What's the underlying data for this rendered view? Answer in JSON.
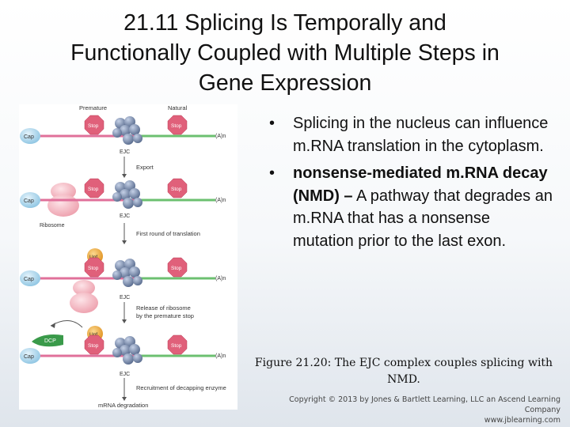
{
  "slide": {
    "title_line1": "21.11  Splicing Is Temporally and",
    "title_line2": "Functionally Coupled with Multiple Steps in",
    "title_line3": "Gene Expression",
    "bullets": [
      {
        "text": "Splicing in the nucleus can influence m.RNA translation in the cytoplasm."
      },
      {
        "bold": "nonsense-mediated m.RNA decay",
        "bold_paren": "(NMD) –",
        "rest": " A pathway that degrades an m.RNA that has a nonsense mutation prior to the last exon."
      }
    ],
    "bullet_glyph": "•",
    "caption_line1": "Figure 21.20: The EJC complex couples splicing with",
    "caption_line2": "NMD.",
    "copyright_line1": "Copyright © 2013 by Jones & Bartlett Learning, LLC an Ascend Learning Company",
    "copyright_line2": "www.jblearning.com"
  },
  "figure": {
    "label_premature": "Premature",
    "label_natural": "Natural",
    "label_cap": "Cap",
    "label_stop": "Stop",
    "label_upf": "Upf",
    "label_an": "(A)n",
    "label_ejc": "EJC",
    "label_ribosome": "Ribosome",
    "label_dcp": "DCP",
    "step_export": "Export",
    "step_first_round": "First round of translation",
    "step_release_1": "Release of ribosome",
    "step_release_2": "by the premature stop",
    "step_recruitment": "Recruitment of decapping enzyme",
    "step_degradation": "mRNA degradation",
    "colors": {
      "cap": "#a9d3ea",
      "stop": "#e0607a",
      "upf": "#f0a830",
      "ejc": "#7a8fb0",
      "ribosome": "#f2b8c0",
      "dcp": "#3a9a4a",
      "mrna_left": "#e0709a",
      "mrna_right": "#6cc070"
    }
  }
}
